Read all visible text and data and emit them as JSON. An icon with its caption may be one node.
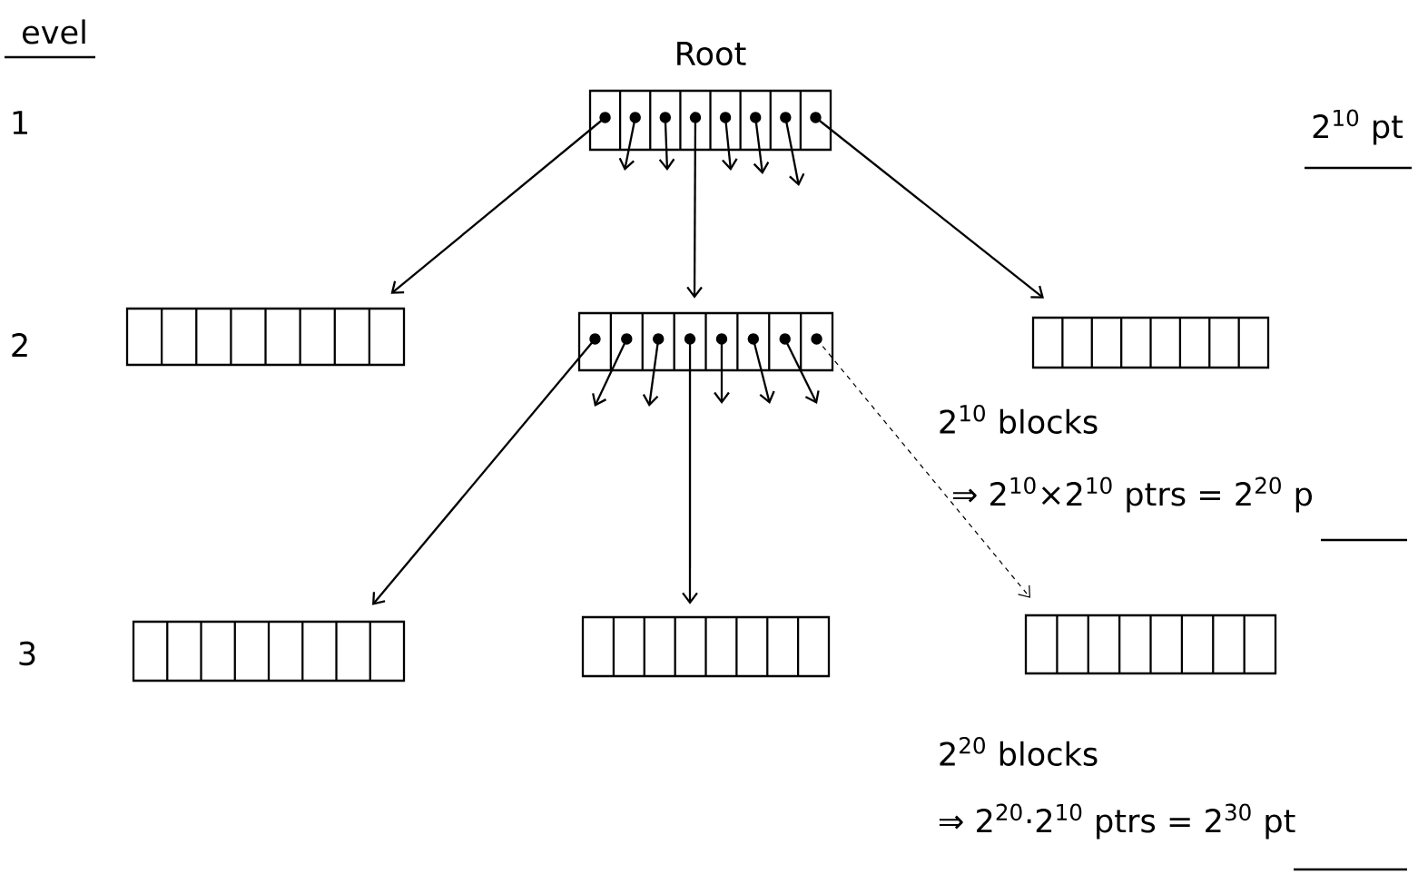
{
  "diagram": {
    "nodes": [
      {
        "text": [],
        "shape": "box",
        "beside": [
          "Root"
        ]
      },
      {
        "text": [],
        "shape": "box"
      },
      {
        "text": [],
        "shape": "box"
      },
      {
        "text": [],
        "shape": "box"
      },
      {
        "text": [],
        "shape": "box"
      },
      {
        "text": [],
        "shape": "box"
      },
      {
        "text": [],
        "shape": "box"
      }
    ],
    "edges": [
      {
        "from": 0,
        "to": 1,
        "arrow": "to"
      },
      {
        "from": 0,
        "to": 2,
        "arrow": "to"
      },
      {
        "from": 0,
        "to": 3,
        "arrow": "to"
      },
      {
        "from": 0,
        "to": null,
        "arrow": "to"
      },
      {
        "from": 0,
        "to": null,
        "arrow": "to"
      },
      {
        "from": 0,
        "to": null,
        "arrow": "to"
      },
      {
        "from": 0,
        "to": null,
        "arrow": "to"
      },
      {
        "from": 0,
        "to": null,
        "arrow": "to"
      },
      {
        "from": 2,
        "to": 4,
        "arrow": "to"
      },
      {
        "from": 2,
        "to": 5,
        "arrow": "to"
      },
      {
        "from": 2,
        "to": 6,
        "arrow": "to",
        "style": "dashed"
      },
      {
        "from": 2,
        "to": null,
        "arrow": "to"
      },
      {
        "from": 2,
        "to": null,
        "arrow": "to"
      },
      {
        "from": 2,
        "to": null,
        "arrow": "to"
      },
      {
        "from": 2,
        "to": null,
        "arrow": "to"
      },
      {
        "from": 2,
        "to": null,
        "arrow": "to"
      }
    ],
    "labels": [
      "evel",
      "1",
      "2$^{10}$ pt",
      "2",
      "2$^{10}$ blocks",
      "⇒ 2$^{10}$×2$^{10}$ ptrs = 2$^{20}$ p",
      "3",
      "2$^{20}$ blocks",
      "⇒ 2$^{20}$·2$^{10}$ ptrs = 2$^{30}$ pt"
    ]
  }
}
